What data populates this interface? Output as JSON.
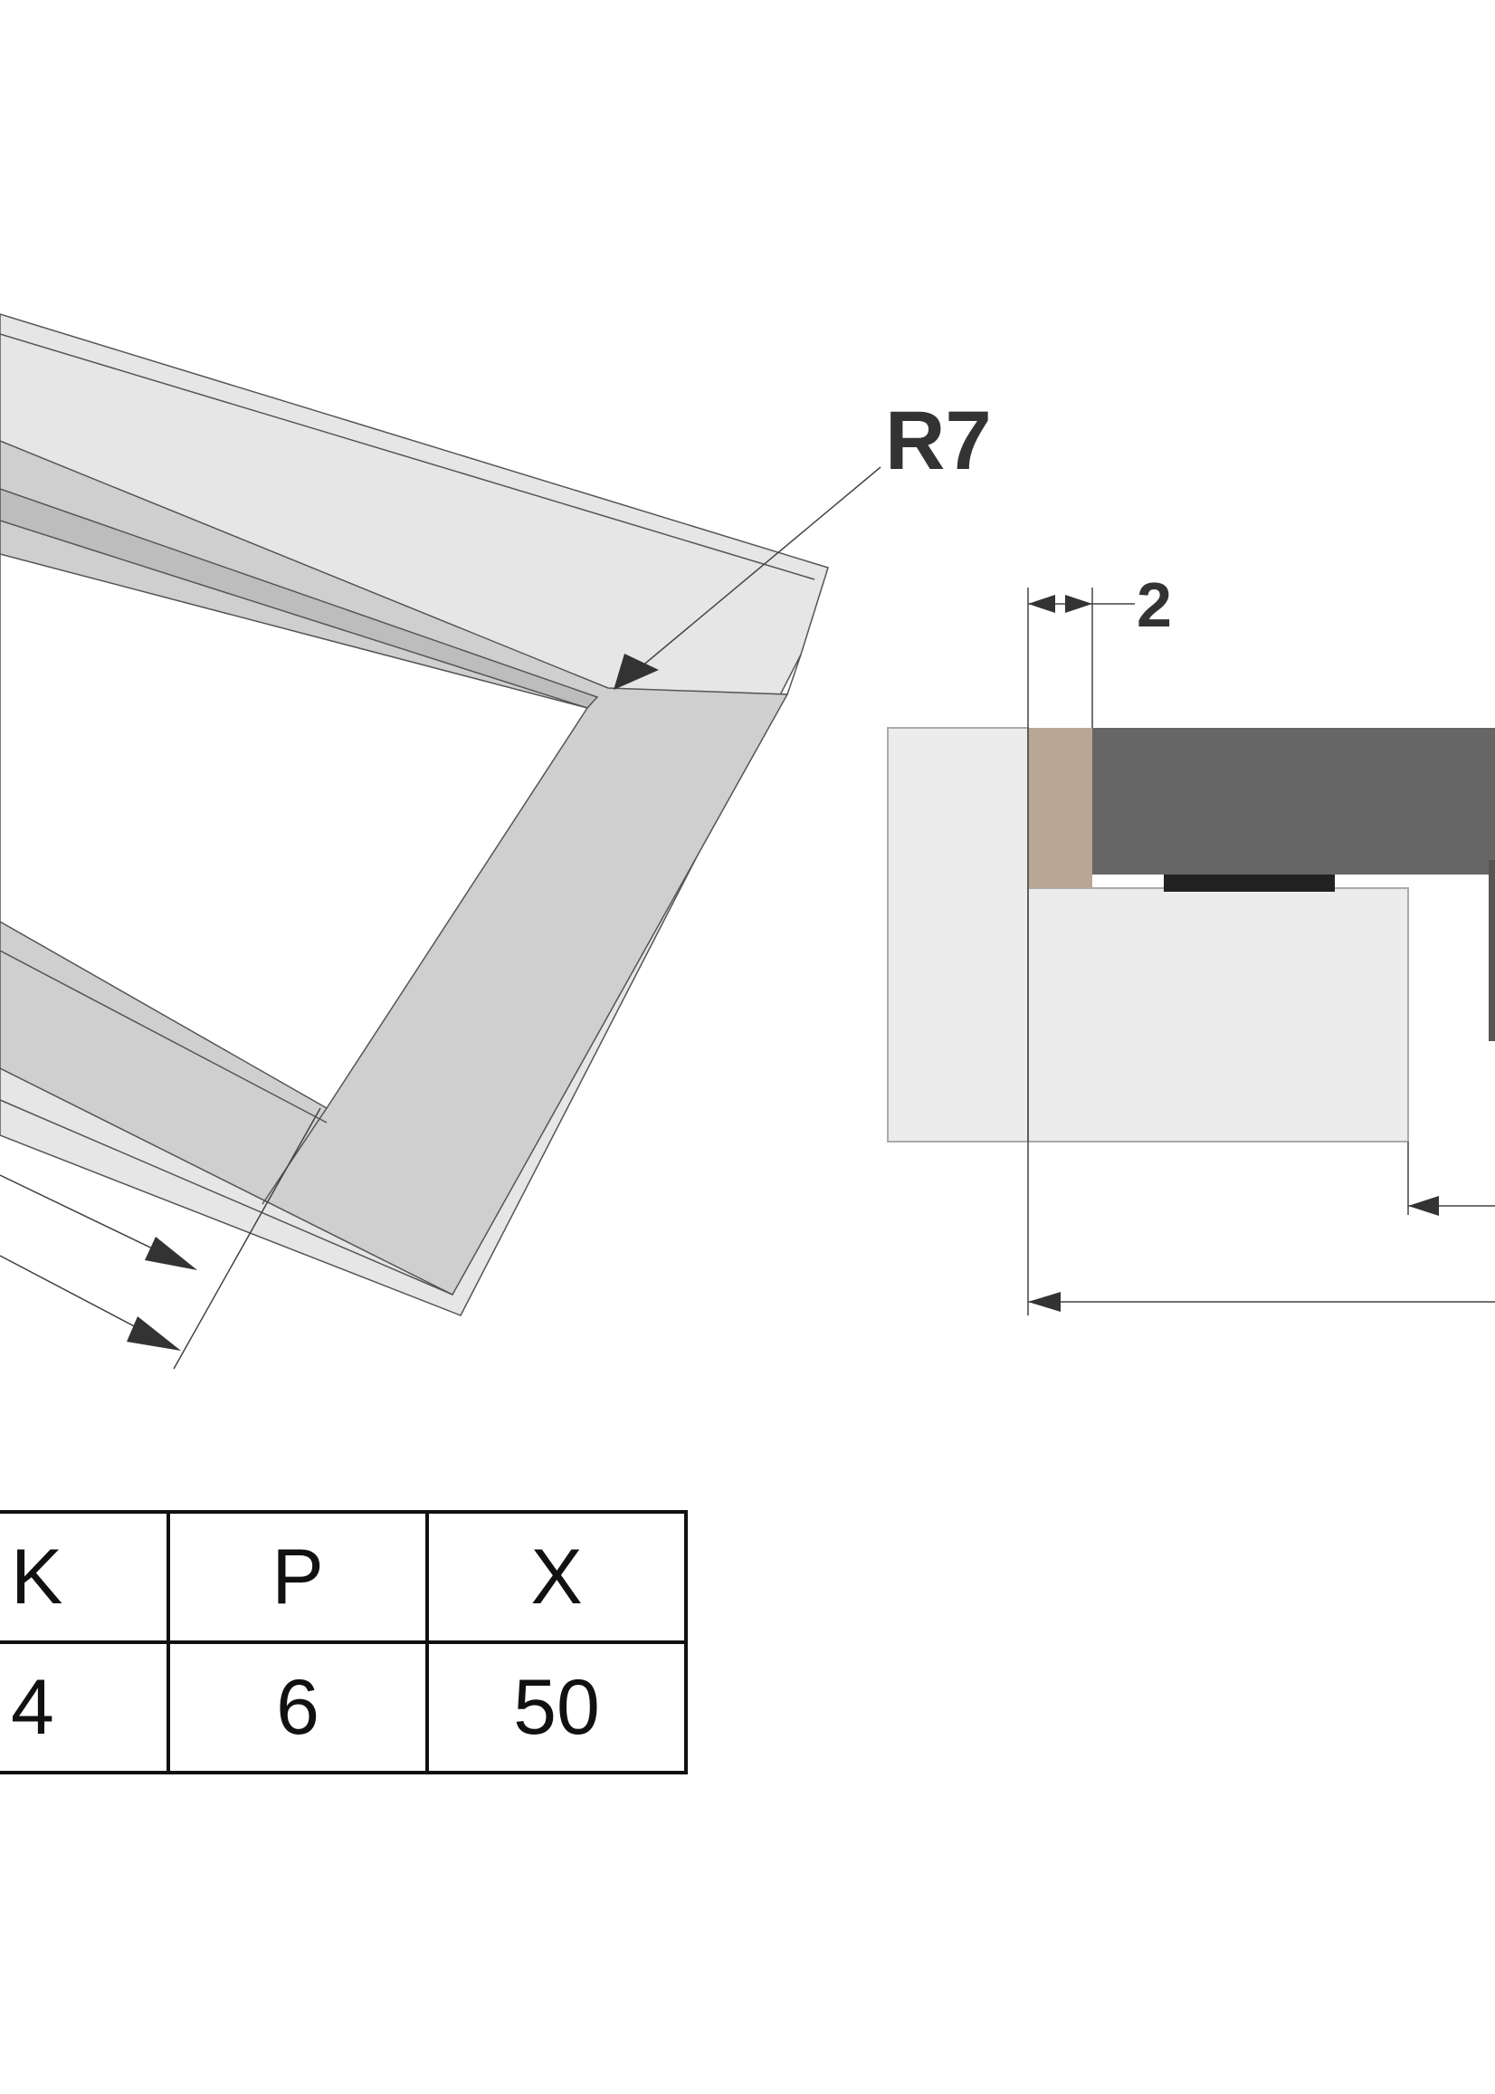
{
  "labels": {
    "radius": "R7",
    "gap_dimension": "2"
  },
  "colors": {
    "frame_light": "#e6e6e6",
    "frame_mid": "#cfcfcf",
    "veneer_edge": "#b9a694",
    "door_panel": "#666666",
    "seal": "#222222",
    "block": "#ececec"
  },
  "table": {
    "headers": [
      "K",
      "P",
      "X"
    ],
    "values": [
      "4",
      "6",
      "50"
    ]
  }
}
